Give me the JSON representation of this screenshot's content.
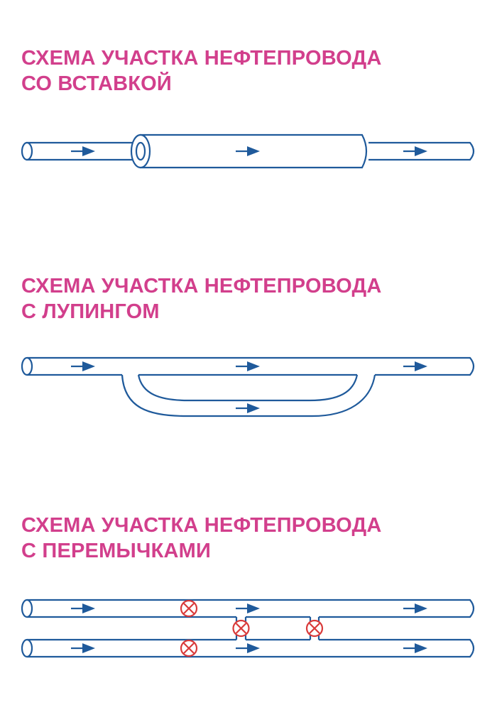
{
  "sections": [
    {
      "title_lines": [
        "СХЕМА УЧАСТКА НЕФТЕПРОВОДА",
        "СО ВСТАВКОЙ"
      ]
    },
    {
      "title_lines": [
        "СХЕМА УЧАСТКА НЕФТЕПРОВОДА",
        "С ЛУПИНГОМ"
      ]
    },
    {
      "title_lines": [
        "СХЕМА УЧАСТКА НЕФТЕПРОВОДА",
        "С ПЕРЕМЫЧКАМИ"
      ]
    }
  ],
  "colors": {
    "title": "#d23f8c",
    "pipe": "#1f5a9b",
    "valve": "#d93a3a"
  },
  "icons": {
    "flow_arrow": "flow-arrow-icon",
    "valve": "valve-icon"
  }
}
